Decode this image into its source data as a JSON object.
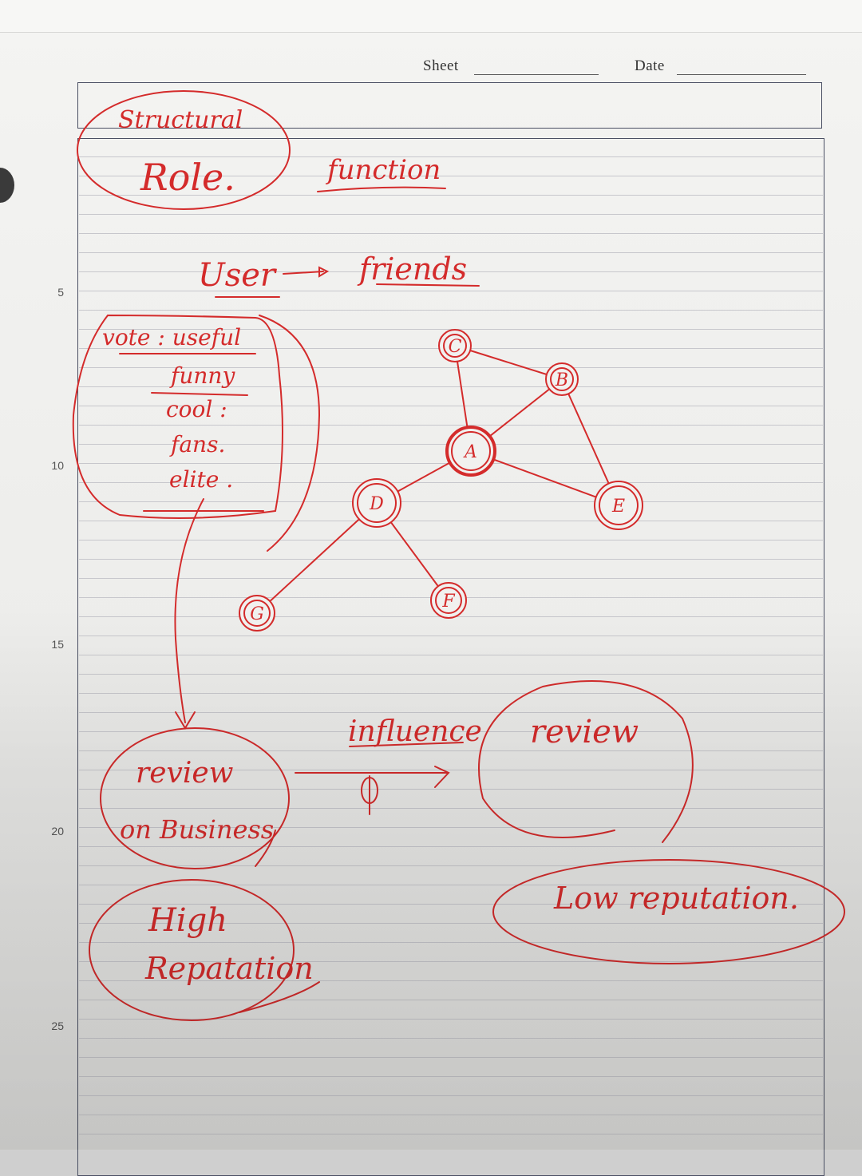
{
  "header": {
    "sheet_label": "Sheet",
    "date_label": "Date"
  },
  "margin_line_numbers": [
    "5",
    "10",
    "15",
    "20",
    "25"
  ],
  "notes": {
    "structural": "Structural",
    "role": "Role.",
    "function": "function",
    "user": "User",
    "friends": "friends",
    "vote_items": [
      "vote : useful",
      "funny",
      "cool :",
      "fans.",
      "elite ."
    ],
    "review_on_business_line1": "review",
    "review_on_business_line2": "on Business",
    "influence": "influence",
    "review": "review",
    "high_reputation_line1": "High",
    "high_reputation_line2": "Repatation",
    "low_reputation": "Low reputation."
  },
  "graph": {
    "nodes": [
      "A",
      "B",
      "C",
      "D",
      "E",
      "F",
      "G"
    ],
    "edges": [
      [
        "A",
        "B"
      ],
      [
        "A",
        "C"
      ],
      [
        "A",
        "D"
      ],
      [
        "A",
        "E"
      ],
      [
        "B",
        "C"
      ],
      [
        "B",
        "E"
      ],
      [
        "D",
        "F"
      ],
      [
        "D",
        "G"
      ]
    ]
  },
  "colors": {
    "ink": "#d42b2b",
    "paper": "#f1f1ef",
    "rule_lines": "#c7c7cc",
    "frame": "#4a4f63"
  }
}
